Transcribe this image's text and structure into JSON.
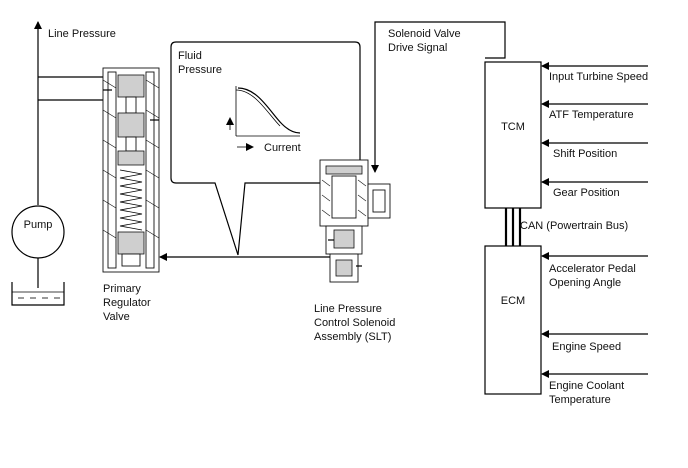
{
  "labels": {
    "line_pressure": "Line Pressure",
    "pump": "Pump",
    "primary_regulator_valve": [
      "Primary",
      "Regulator",
      "Valve"
    ],
    "fluid_pressure": [
      "Fluid",
      "Pressure"
    ],
    "current": "Current",
    "slt": [
      "Line Pressure",
      "Control Solenoid",
      "Assembly (SLT)"
    ],
    "drive_signal": [
      "Solenoid Valve",
      "Drive Signal"
    ],
    "tcm": "TCM",
    "ecm": "ECM",
    "can_bus": "CAN (Powertrain Bus)"
  },
  "tcm_inputs": [
    [
      "Input Turbine Speed"
    ],
    [
      "ATF Temperature"
    ],
    [
      "Shift Position"
    ],
    [
      "Gear Position"
    ]
  ],
  "ecm_inputs": [
    [
      "Accelerator Pedal",
      "Opening Angle"
    ],
    [
      "Engine Speed"
    ],
    [
      "Engine Coolant",
      "Temperature"
    ]
  ],
  "colors": {
    "line": "#000000",
    "background": "#ffffff",
    "part_shading": "#cfcfcf"
  }
}
